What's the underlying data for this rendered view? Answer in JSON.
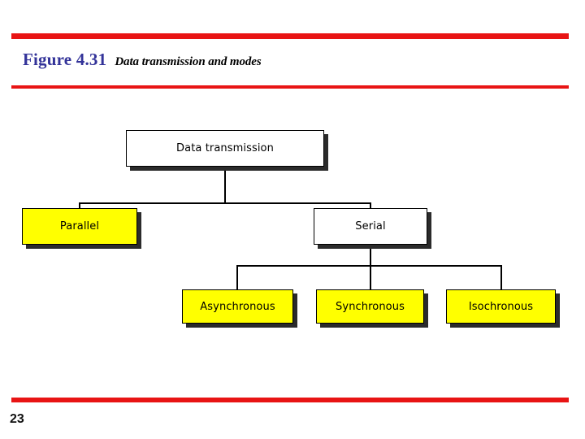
{
  "slide": {
    "page_number": "23",
    "background_color": "#ffffff",
    "rule_color": "#E81414"
  },
  "title": {
    "figure_label": "Figure 4.31",
    "figure_label_color": "#333399",
    "caption": "Data transmission and modes",
    "caption_color": "#000000"
  },
  "diagram": {
    "type": "tree",
    "node_fill_white": "#ffffff",
    "node_fill_yellow": "#FFFF00",
    "node_border_color": "#000000",
    "shadow_color": "#2b2b2b",
    "nodes": [
      {
        "id": "data-transmission",
        "label": "Data transmission",
        "fill": "white",
        "level": 0
      },
      {
        "id": "parallel",
        "label": "Parallel",
        "fill": "yellow",
        "level": 1
      },
      {
        "id": "serial",
        "label": "Serial",
        "fill": "white",
        "level": 1
      },
      {
        "id": "asynchronous",
        "label": "Asynchronous",
        "fill": "yellow",
        "level": 2
      },
      {
        "id": "synchronous",
        "label": "Synchronous",
        "fill": "yellow",
        "level": 2
      },
      {
        "id": "isochronous",
        "label": "Isochronous",
        "fill": "yellow",
        "level": 2
      }
    ],
    "edges": [
      {
        "from": "data-transmission",
        "to": "parallel"
      },
      {
        "from": "data-transmission",
        "to": "serial"
      },
      {
        "from": "serial",
        "to": "asynchronous"
      },
      {
        "from": "serial",
        "to": "synchronous"
      },
      {
        "from": "serial",
        "to": "isochronous"
      }
    ]
  }
}
